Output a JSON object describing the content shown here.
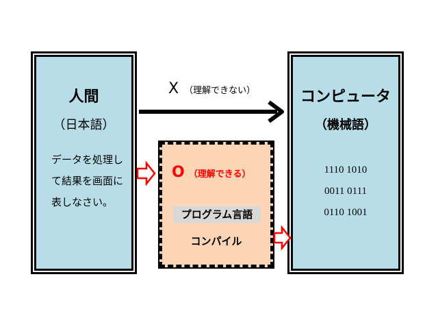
{
  "human": {
    "title": "人間",
    "subtitle": "（日本語）",
    "description": "データを処理して結果を画面に表しなさい。"
  },
  "computer": {
    "title": "コンピュータ",
    "subtitle": "（機械語）",
    "binary": [
      "1110 1010",
      "0011 0111",
      "0110 1001"
    ]
  },
  "direct_arrow": {
    "mark": "X",
    "label": "（理解できない）"
  },
  "compiler": {
    "mark": "O",
    "label": "（理解できる）",
    "language": "プログラム言語",
    "compile": "コンパイル"
  },
  "colors": {
    "box_fill": "#b7dde8",
    "compiler_fill": "#fbd5b5",
    "accent_red": "#ff0000",
    "language_highlight": "#d8d8d8"
  }
}
